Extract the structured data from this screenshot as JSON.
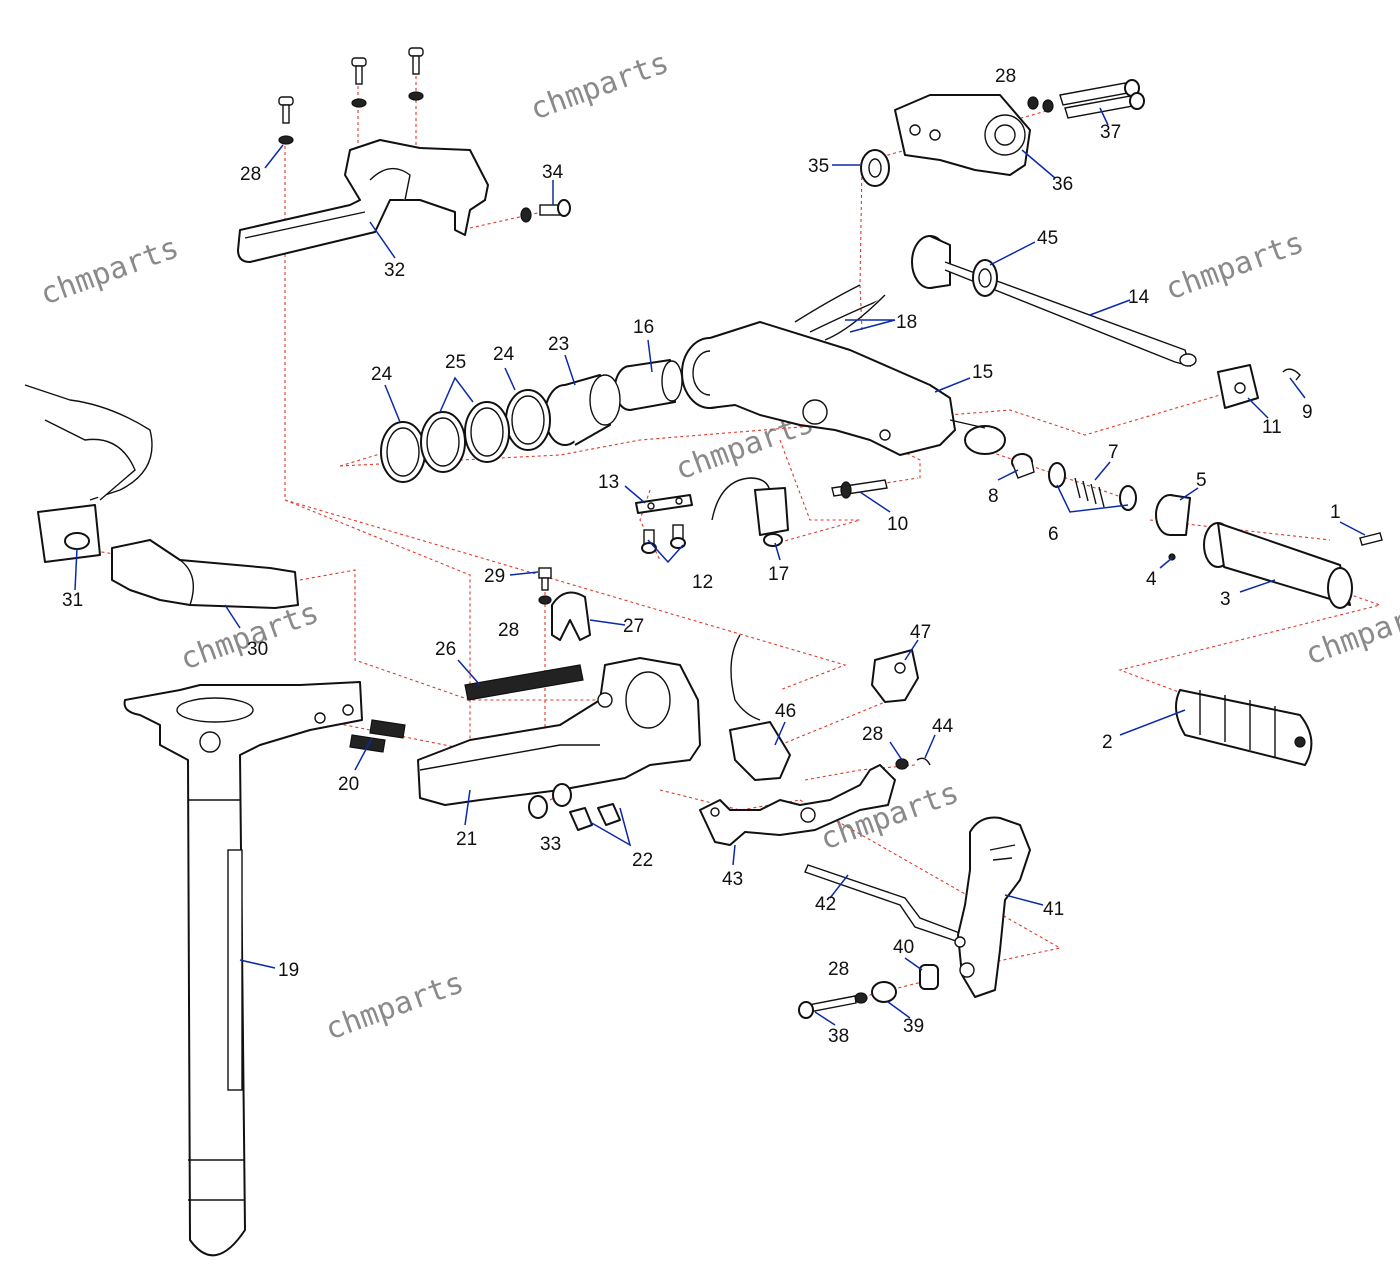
{
  "watermark": "chmparts",
  "colors": {
    "outline": "#111111",
    "leader": "#0a2aa8",
    "assembly_line": "#e03a2a",
    "watermark": "#8a8a8a"
  },
  "callouts": {
    "c1": "1",
    "c2": "2",
    "c3": "3",
    "c4": "4",
    "c5": "5",
    "c6": "6",
    "c7": "7",
    "c8": "8",
    "c9": "9",
    "c10": "10",
    "c11": "11",
    "c12": "12",
    "c13": "13",
    "c14": "14",
    "c15": "15",
    "c16": "16",
    "c17": "17",
    "c18": "18",
    "c19": "19",
    "c20": "20",
    "c21": "21",
    "c22": "22",
    "c23": "23",
    "c24": "24",
    "c25": "25",
    "c26": "26",
    "c27": "27",
    "c28": "28",
    "c29": "29",
    "c30": "30",
    "c31": "31",
    "c32": "32",
    "c33": "33",
    "c34": "34",
    "c35": "35",
    "c36": "36",
    "c37": "37",
    "c38": "38",
    "c39": "39",
    "c40": "40",
    "c41": "41",
    "c42": "42",
    "c43": "43",
    "c44": "44",
    "c45": "45",
    "c46": "46",
    "c47": "47"
  }
}
